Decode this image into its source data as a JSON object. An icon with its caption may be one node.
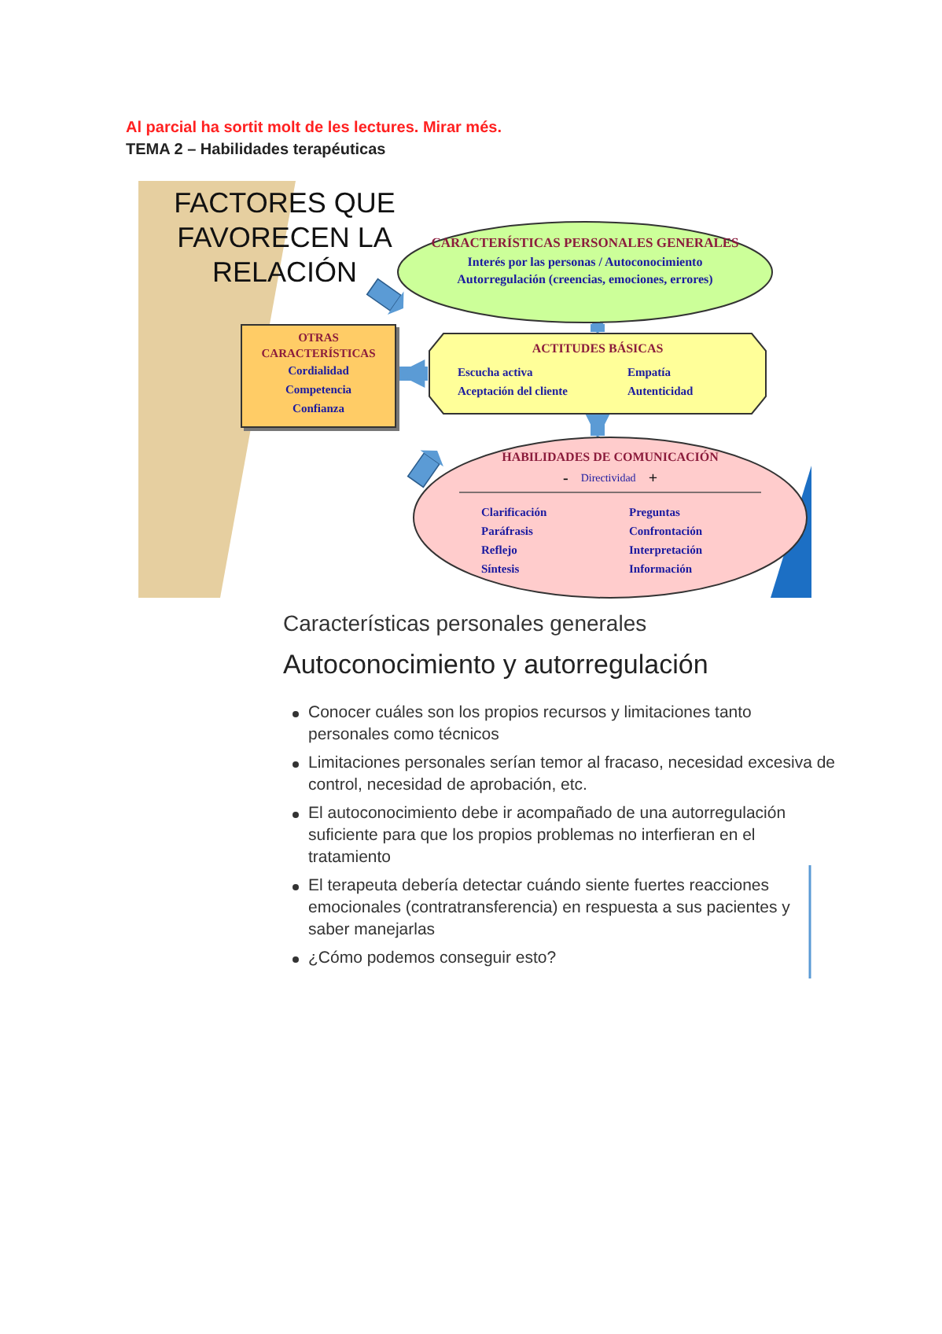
{
  "diagram": {
    "nodes": [
      {
        "text": [
          "CARACTERÍSTICAS PERSONALES GENERALES",
          "Interés por las personas / Autoconocimiento Autorregulación (creencias, emociones, errores)"
        ]
      },
      {
        "text": [
          "ACTITUDES BÁSICAS",
          "Escucha activa",
          "Empatía",
          "Aceptación del cliente",
          "Autenticidad"
        ]
      },
      {
        "text": [
          "OTRAS CARACTERÍSTICAS",
          "Cordialidad",
          "Competencia",
          "Confianza"
        ]
      },
      {
        "text": [
          "HABILIDADES DE COMUNICACIÓN",
          "-",
          "Directividad",
          "+",
          "Clarificación",
          "Preguntas",
          "Paráfrasis",
          "Confrontación",
          "Reflejo",
          "Interpretación",
          "Síntesis",
          "Información"
        ]
      }
    ],
    "edges": [
      {
        "from": 0,
        "to": 1,
        "arrow": "to"
      },
      {
        "from": 1,
        "to": 2,
        "arrow": "to"
      },
      {
        "from": 1,
        "to": 3,
        "arrow": "to"
      }
    ],
    "labels": [
      "Al parcial ha sortit molt de les lectures. Mirar més.",
      "TEMA 2 – Habilidades terapéuticas",
      "FACTORES QUE FAVORECEN LA RELACIÓN",
      "Características personales generales",
      "Autoconocimiento y autorregulación",
      "Conocer cuáles son los propios recursos y limitaciones tanto personales como técnicos",
      "Limitaciones personales serían temor al fracaso, necesidad excesiva de control, necesidad de aprobación, etc.",
      "El autoconocimiento debe ir acompañado de una autorregulación suficiente para que los propios problemas no interfieran en el tratamiento",
      "El terapeuta debería detectar cuándo siente fuertes reacciones emocionales (contratransferencia) en respuesta a sus pacientes y saber manejarlas",
      "¿Cómo podemos conseguir esto?"
    ]
  }
}
